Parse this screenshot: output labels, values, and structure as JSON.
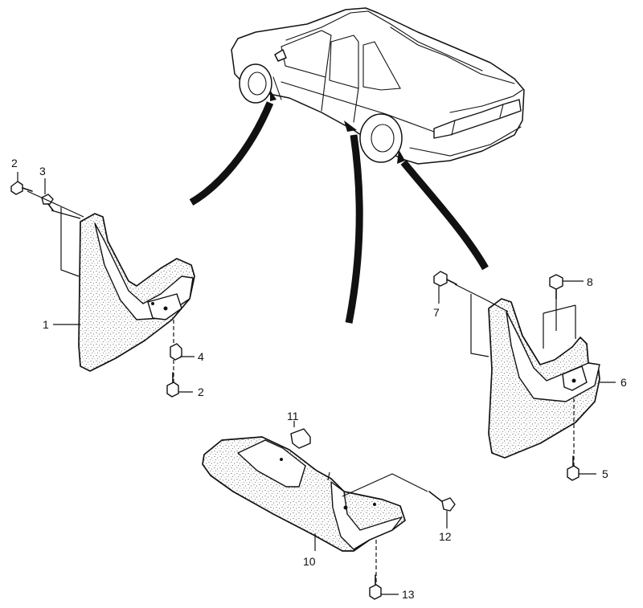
{
  "callouts": [
    {
      "id": "c1",
      "label": "1"
    },
    {
      "id": "c2a",
      "label": "2"
    },
    {
      "id": "c2b",
      "label": "2"
    },
    {
      "id": "c3",
      "label": "3"
    },
    {
      "id": "c4",
      "label": "4"
    },
    {
      "id": "c5",
      "label": "5"
    },
    {
      "id": "c6",
      "label": "6"
    },
    {
      "id": "c7",
      "label": "7"
    },
    {
      "id": "c8",
      "label": "8"
    },
    {
      "id": "c10",
      "label": "10"
    },
    {
      "id": "c11",
      "label": "11"
    },
    {
      "id": "c12",
      "label": "12"
    },
    {
      "id": "c13",
      "label": "13"
    }
  ]
}
